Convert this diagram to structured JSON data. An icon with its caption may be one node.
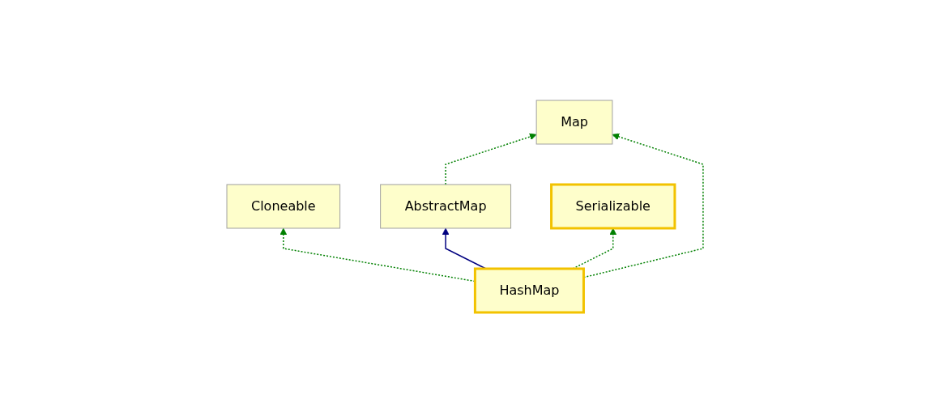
{
  "diagram": {
    "nodes": [
      {
        "text": [
          "Map"
        ]
      },
      {
        "text": [
          "Cloneable"
        ]
      },
      {
        "text": [
          "AbstractMap"
        ]
      },
      {
        "text": [
          "Serializable"
        ]
      },
      {
        "text": [
          "HashMap"
        ]
      }
    ],
    "edges": [
      {
        "from": 2,
        "to": 0,
        "arrow": "to",
        "style": "dashed"
      },
      {
        "from": 4,
        "to": 0,
        "arrow": "to",
        "style": "dashed"
      },
      {
        "from": 4,
        "to": 1,
        "arrow": "to",
        "style": "dashed"
      },
      {
        "from": 4,
        "to": 2,
        "arrow": "to",
        "color": "#000080"
      },
      {
        "from": 4,
        "to": 3,
        "arrow": "to",
        "style": "dashed"
      }
    ]
  }
}
